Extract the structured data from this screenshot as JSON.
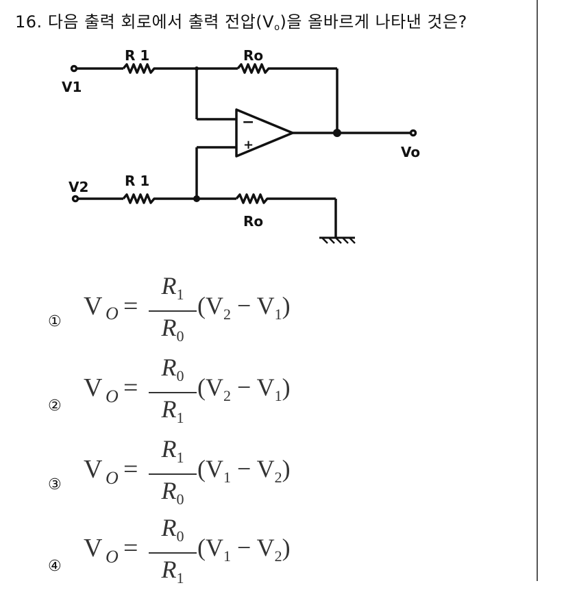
{
  "question": {
    "number": "16.",
    "text_before": "다음 출력 회로에서 출력 전압(V",
    "subscript": "o",
    "text_after": ")을 올바르게 나타낸 것은?"
  },
  "circuit": {
    "labels": {
      "v1": "V1",
      "v2": "V2",
      "vo": "Vo",
      "r1_top": "R 1",
      "r0_top": "Ro",
      "r1_bottom": "R 1",
      "r0_bottom": "Ro",
      "minus": "−",
      "plus": "+"
    }
  },
  "options": [
    {
      "num": "①",
      "lhs": "V",
      "lhs_sub": "O",
      "eq": "=",
      "num_sym": "R",
      "num_sub": "1",
      "den_sym": "R",
      "den_sub": "0",
      "pre": "(V",
      "a_sub": "2",
      "mid": " − V",
      "b_sub": "1",
      "post": ")"
    },
    {
      "num": "②",
      "lhs": "V",
      "lhs_sub": "O",
      "eq": "=",
      "num_sym": "R",
      "num_sub": "0",
      "den_sym": "R",
      "den_sub": "1",
      "pre": "(V",
      "a_sub": "2",
      "mid": " − V",
      "b_sub": "1",
      "post": ")"
    },
    {
      "num": "③",
      "lhs": "V",
      "lhs_sub": "O",
      "eq": "=",
      "num_sym": "R",
      "num_sub": "1",
      "den_sym": "R",
      "den_sub": "0",
      "pre": "(V",
      "a_sub": "1",
      "mid": " − V",
      "b_sub": "2",
      "post": ")"
    },
    {
      "num": "④",
      "lhs": "V",
      "lhs_sub": "O",
      "eq": "=",
      "num_sym": "R",
      "num_sub": "0",
      "den_sym": "R",
      "den_sub": "1",
      "pre": "(V",
      "a_sub": "1",
      "mid": " − V",
      "b_sub": "2",
      "post": ")"
    }
  ]
}
